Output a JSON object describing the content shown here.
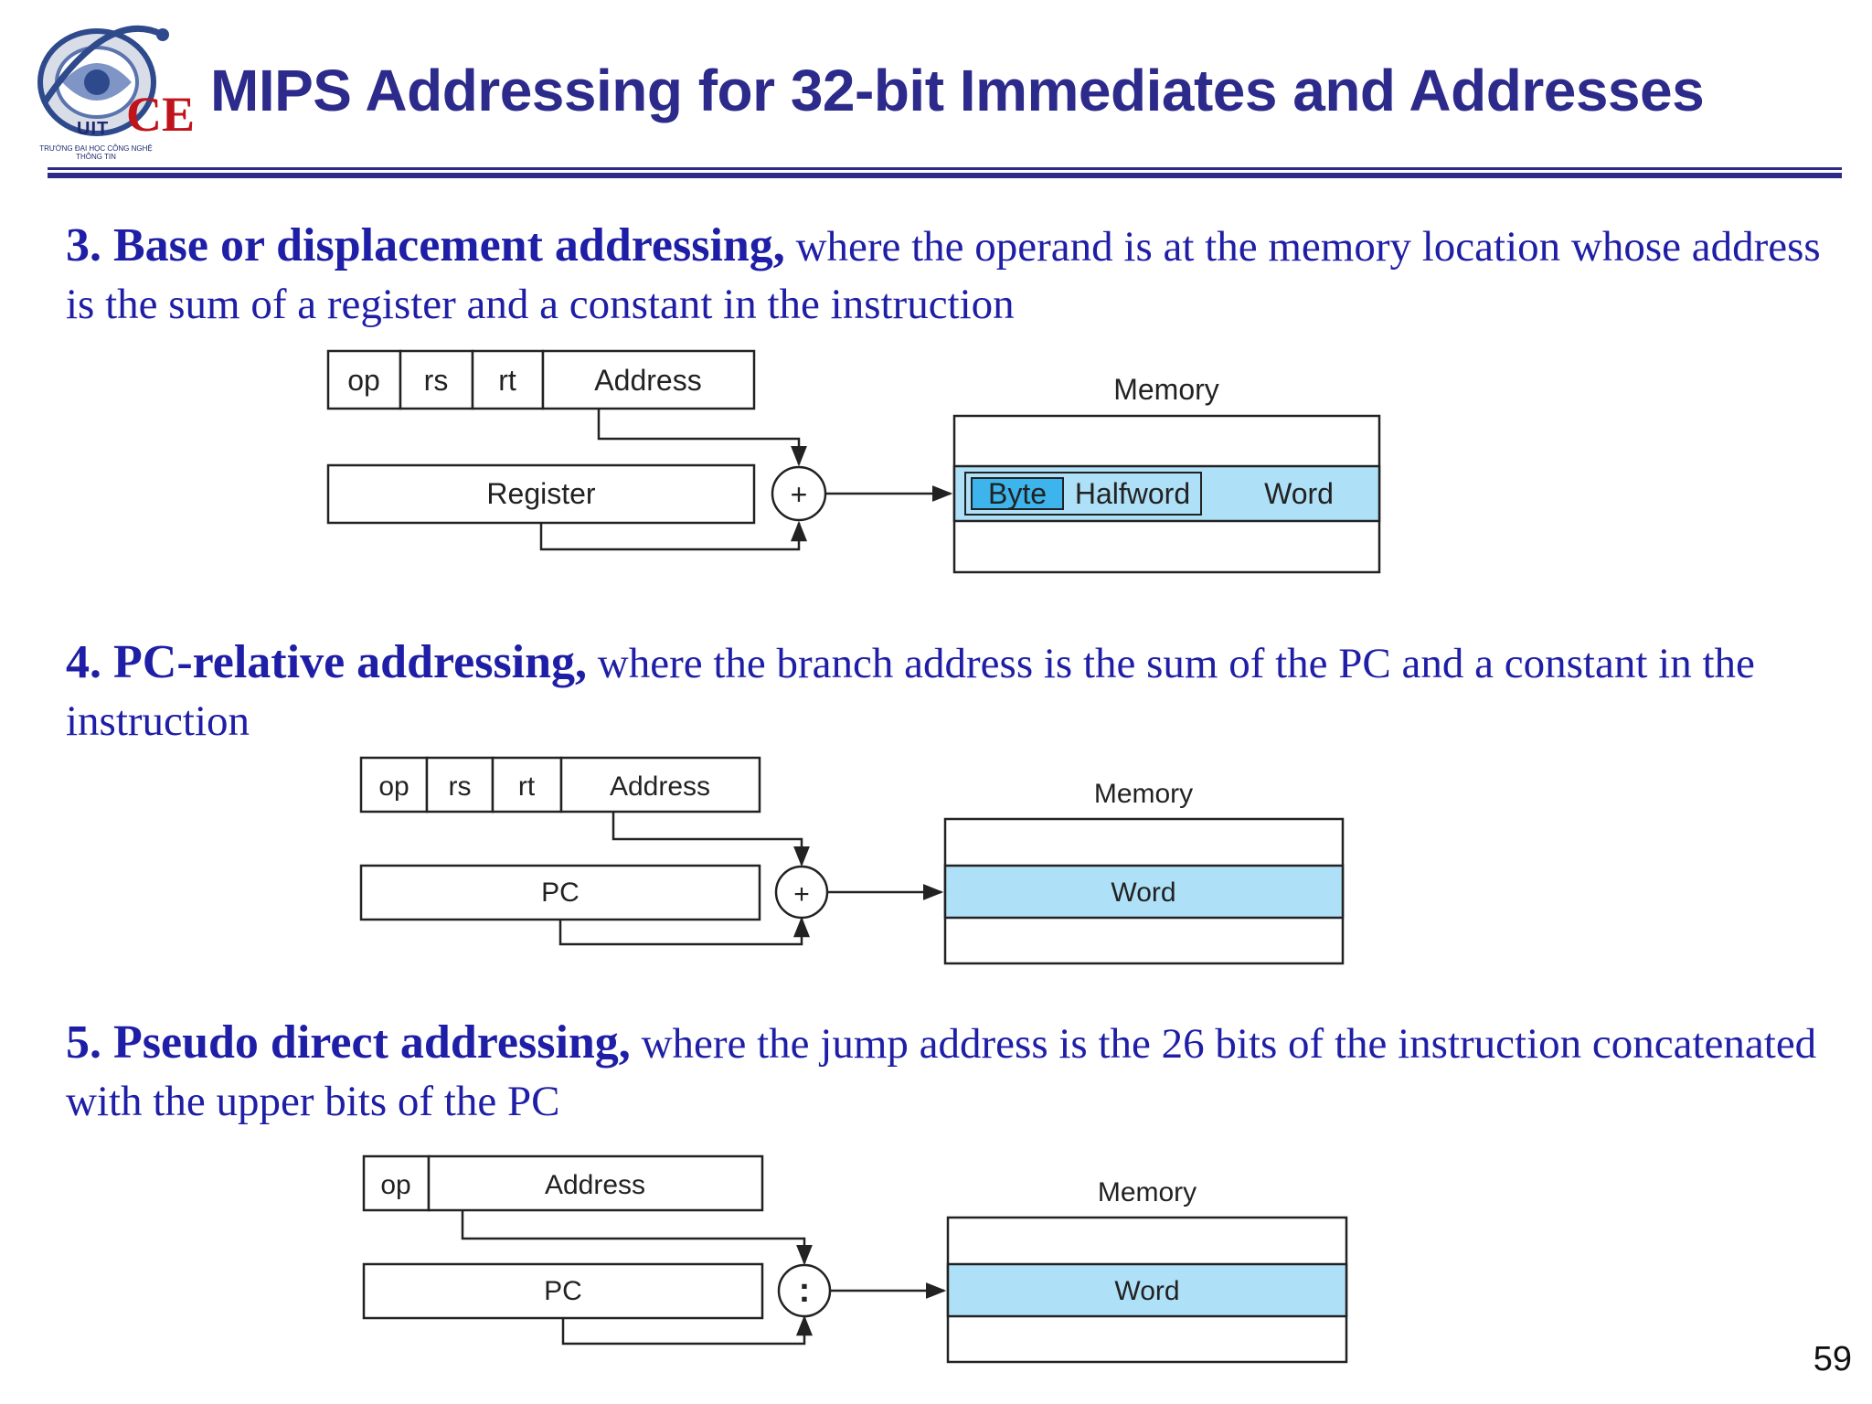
{
  "header": {
    "title": "MIPS Addressing for 32-bit Immediates and Addresses",
    "logo_ce": "CE",
    "logo_uit": "UIT",
    "logo_subtitle": "TRƯỜNG ĐẠI HỌC CÔNG NGHỆ THÔNG TIN"
  },
  "sections": [
    {
      "lead": "3.  Base or displacement addressing,",
      "text": " where the operand is at the memory location whose address is the sum of a register and a constant in the instruction"
    },
    {
      "lead": "4.  PC-relative addressing,",
      "text": " where the branch address is the sum of the PC and a constant in the instruction"
    },
    {
      "lead": "5.  Pseudo direct addressing,",
      "text": " where the jump address is the 26 bits of the instruction concatenated with the upper bits of the PC"
    }
  ],
  "diagrams": {
    "base": {
      "fields": [
        "op",
        "rs",
        "rt",
        "Address"
      ],
      "register": "Register",
      "operator": "+",
      "memory_title": "Memory",
      "byte": "Byte",
      "halfword": "Halfword",
      "word": "Word"
    },
    "pc_relative": {
      "fields": [
        "op",
        "rs",
        "rt",
        "Address"
      ],
      "register": "PC",
      "operator": "+",
      "memory_title": "Memory",
      "word": "Word"
    },
    "pseudo_direct": {
      "fields": [
        "op",
        "Address"
      ],
      "register": "PC",
      "operator": ":",
      "memory_title": "Memory",
      "word": "Word"
    }
  },
  "colors": {
    "title": "#2c2a8a",
    "body_text": "#1e1ea6",
    "logo_ce": "#c0141c",
    "memory_highlight": "#aee0f7",
    "byte_highlight": "#3db5ec"
  },
  "page_number": "59"
}
